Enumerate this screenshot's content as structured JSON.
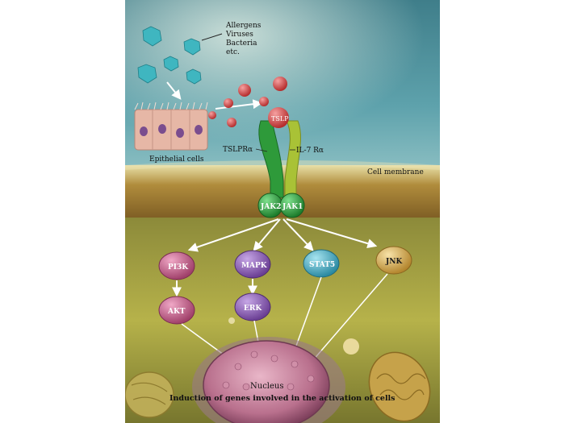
{
  "stimuli": {
    "line1": "Allergens",
    "line2": "Viruses",
    "line3": "Bacteria",
    "line4": "etc."
  },
  "epithelial_label": "Epithelial cells",
  "tslp_label": "TSLP",
  "receptor": {
    "alpha_left": "TSLPRα",
    "alpha_right": "IL-7 Rα"
  },
  "membrane_label": "Cell membrane",
  "jak": {
    "jak2": "JAK2",
    "jak1": "JAK1"
  },
  "pathways": {
    "pi3k": "PI3K",
    "mapk": "MAPK",
    "stat5": "STAT5",
    "jnk": "JNK",
    "akt": "AKT",
    "erk": "ERK"
  },
  "nucleus_label": "Nucleus",
  "caption": "Induction of genes involved in the activation of cells",
  "colors": {
    "tslpr": "#2e9a3a",
    "il7r": "#a9c236",
    "tslp": "#d84a4a",
    "virus": "#3fb6c0",
    "pi3k": "#c9588a",
    "mapk": "#8a5fb0",
    "stat5": "#56b3c9",
    "jnk": "#d9b25a"
  }
}
